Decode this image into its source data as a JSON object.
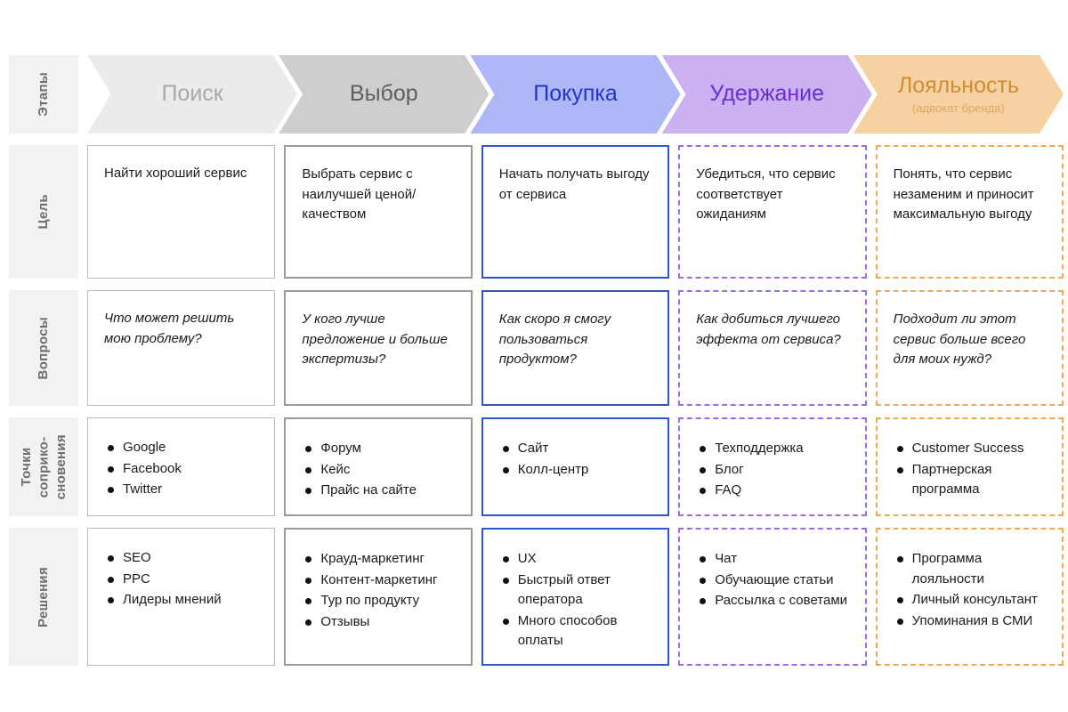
{
  "stages_header_label": "Этапы",
  "stages": [
    {
      "label": "Поиск",
      "fill": "#ebebeb",
      "text_color": "#a9a9a9"
    },
    {
      "label": "Выбор",
      "fill": "#cecece",
      "text_color": "#5f5f5f"
    },
    {
      "label": "Покупка",
      "fill": "#aeb7f5",
      "text_color": "#2533cd"
    },
    {
      "label": "Удержание",
      "fill": "#cbb0f2",
      "text_color": "#6b2fd0"
    },
    {
      "label": "Лояльность",
      "sub": "(адвокат бренда)",
      "fill": "#f6d2a2",
      "text_color": "#cf8c33"
    }
  ],
  "rows": {
    "goal": {
      "label": "Цель",
      "cells": [
        "Найти хороший сервис",
        "Выбрать сервис с наилучшей ценой/качеством",
        "Начать получать выгоду от сервиса",
        "Убедиться, что сервис соответствует ожиданиям",
        "Понять, что сервис незаменим и приносит максимальную выгоду"
      ]
    },
    "questions": {
      "label": "Вопросы",
      "cells": [
        "Что может решить мою проблему?",
        "У кого лучше предложение и больше экспертизы?",
        "Как скоро я смогу пользоваться продуктом?",
        "Как добиться лучшего эффекта от сервиса?",
        "Подходит ли этот сервис больше всего для моих нужд?"
      ]
    },
    "touchpoints": {
      "label": "Точки\nсоприко-\nсновения",
      "cells": [
        [
          "Google",
          "Facebook",
          "Twitter"
        ],
        [
          "Форум",
          "Кейс",
          "Прайс на сайте"
        ],
        [
          "Сайт",
          "Колл-центр"
        ],
        [
          "Техподдержка",
          "Блог",
          "FAQ"
        ],
        [
          "Customer Success",
          "Партнерская программа"
        ]
      ]
    },
    "solutions": {
      "label": "Решения",
      "cells": [
        [
          "SEO",
          "PPC",
          "Лидеры мнений"
        ],
        [
          "Крауд-маркетинг",
          "Контент-маркетинг",
          "Тур по продукту",
          "Отзывы"
        ],
        [
          "UX",
          "Быстрый ответ оператора",
          "Много способов оплаты"
        ],
        [
          "Чат",
          "Обучающие статьи",
          "Рассылка с советами"
        ],
        [
          "Программа лояльности",
          "Личный консультант",
          "Упоминания в СМИ"
        ]
      ]
    }
  },
  "column_border_colors": {
    "search": "#bcbcbc",
    "choice": "#9a9a9a",
    "purchase": "#2f55cf",
    "retention": "#9d6ce8",
    "loyalty": "#f2a94f"
  }
}
